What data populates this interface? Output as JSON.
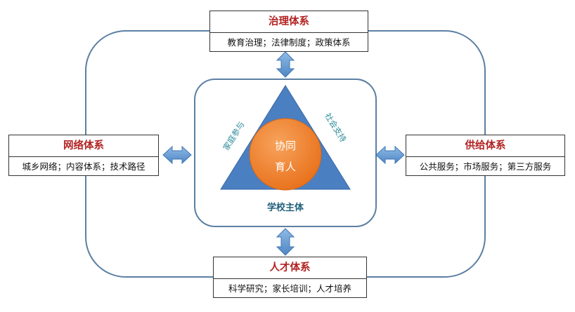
{
  "governance": {
    "title": "治理体系",
    "desc": "教育治理；法律制度；政策体系"
  },
  "network": {
    "title": "网络体系",
    "desc": "城乡网络；内容体系；技术路径"
  },
  "supply": {
    "title": "供给体系",
    "desc": "公共服务；市场服务；第三方服务"
  },
  "talent": {
    "title": "人才体系",
    "desc": "科学研究；家长培训；人才培养"
  },
  "core": {
    "line1": "协同",
    "line2": "育人"
  },
  "triangle": {
    "left_side": "家庭参与",
    "right_side": "社会支持",
    "base": "学校主体"
  },
  "colors": {
    "title_red": "#b22222",
    "triangle_blue": "#4a7fc1",
    "core_orange": "#f07c1f",
    "arrow_blue": "#6a9fd4",
    "frame": "#5b7fa3"
  }
}
